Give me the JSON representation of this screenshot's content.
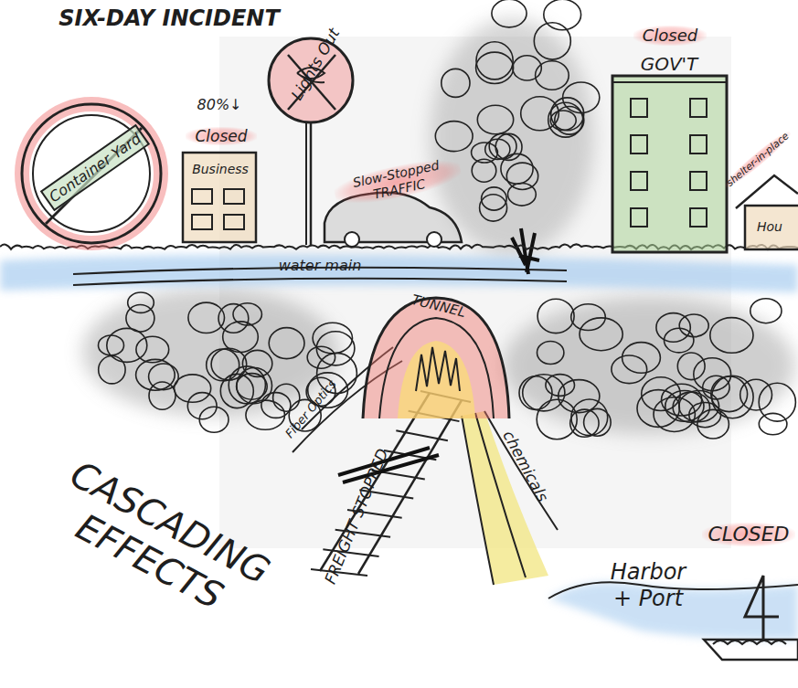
{
  "diagram": {
    "title": "SIX-DAY INCIDENT",
    "nodes": [
      {
        "text": [
          "Container Yard"
        ]
      },
      {
        "text": [
          "Closed",
          "Business"
        ]
      },
      {
        "text": [
          "Lights Out"
        ]
      },
      {
        "text": [
          "Slow-Stopped TRAFFIC"
        ]
      },
      {
        "text": [
          "Closed",
          "GOV'T"
        ]
      },
      {
        "text": [
          "shelter-in-place",
          "Hou"
        ]
      },
      {
        "text": [
          "TUNNEL"
        ]
      }
    ],
    "labels": [
      "80%↓",
      "water main",
      "Fiber Optics",
      "chemicals",
      "FREIGHT STOPPED",
      "CASCADING EFFECTS",
      "Harbor + Port",
      "CLOSED"
    ]
  }
}
